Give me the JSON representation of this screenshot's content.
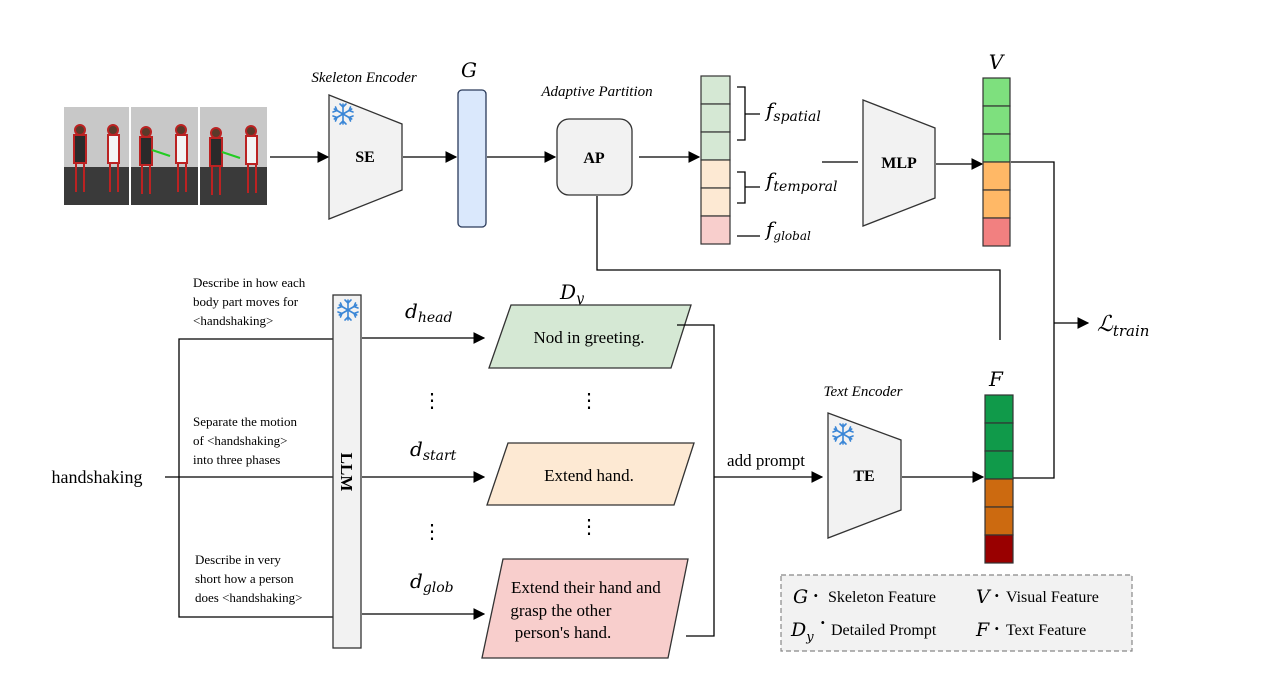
{
  "encoder": {
    "se_title": "Skeleton Encoder",
    "se_label": "SE",
    "g_label": "G",
    "ap_title": "Adaptive Partition",
    "ap_label": "AP",
    "mlp_label": "MLP",
    "v_label": "V",
    "f_spatial": "f",
    "f_spatial_sub": "spatial",
    "f_temporal": "f",
    "f_temporal_sub": "temporal",
    "f_global": "f",
    "f_global_sub": "global"
  },
  "text_branch": {
    "input_label": "handshaking",
    "llm_label": "LLM",
    "prompt1": [
      "Describe in how each",
      "body part moves for",
      "<handshaking>"
    ],
    "prompt2": [
      "Separate the motion",
      "of <handshaking>",
      "into three phases"
    ],
    "prompt3": [
      "Describe in very",
      "short how a person",
      "does <handshaking>"
    ],
    "d_head": "d",
    "d_head_sub": "head",
    "d_start": "d",
    "d_start_sub": "start",
    "d_glob": "d",
    "d_glob_sub": "glob",
    "dy_label": "D",
    "dy_sub": "y",
    "desc1": "Nod in greeting.",
    "desc2": "Extend hand.",
    "desc3": [
      "Extend their hand and",
      "grasp the other",
      "person's hand."
    ],
    "ellipsis": "⋮",
    "add_prompt": "add prompt",
    "te_title": "Text Encoder",
    "te_label": "TE",
    "f_label": "F",
    "loss": "ℒ",
    "loss_sub": "train"
  },
  "legend": {
    "g_sym": "G",
    "g_text": "Skeleton Feature",
    "v_sym": "V",
    "v_text": "Visual Feature",
    "dy_sym": "D",
    "dy_sub": "y",
    "dy_text": "Detailed Prompt",
    "f_sym": "F",
    "f_text": "Text Feature",
    "sep": "·"
  },
  "colors": {
    "encoder_fill": "#f2f2f2",
    "g_bar": "#dae8fc",
    "spatial_green": "#d5e8d4",
    "temporal_peach": "#fde9d3",
    "global_pink": "#f8cecc",
    "v_green": "#7ee07e",
    "v_orange": "#ffb866",
    "v_red": "#f28080",
    "f_green": "#109a4a",
    "f_orange": "#cc6a10",
    "f_darkred": "#990000",
    "snowflake": "#3a86d6"
  },
  "icons": [
    "snowflake-icon",
    "skeleton-photo"
  ]
}
